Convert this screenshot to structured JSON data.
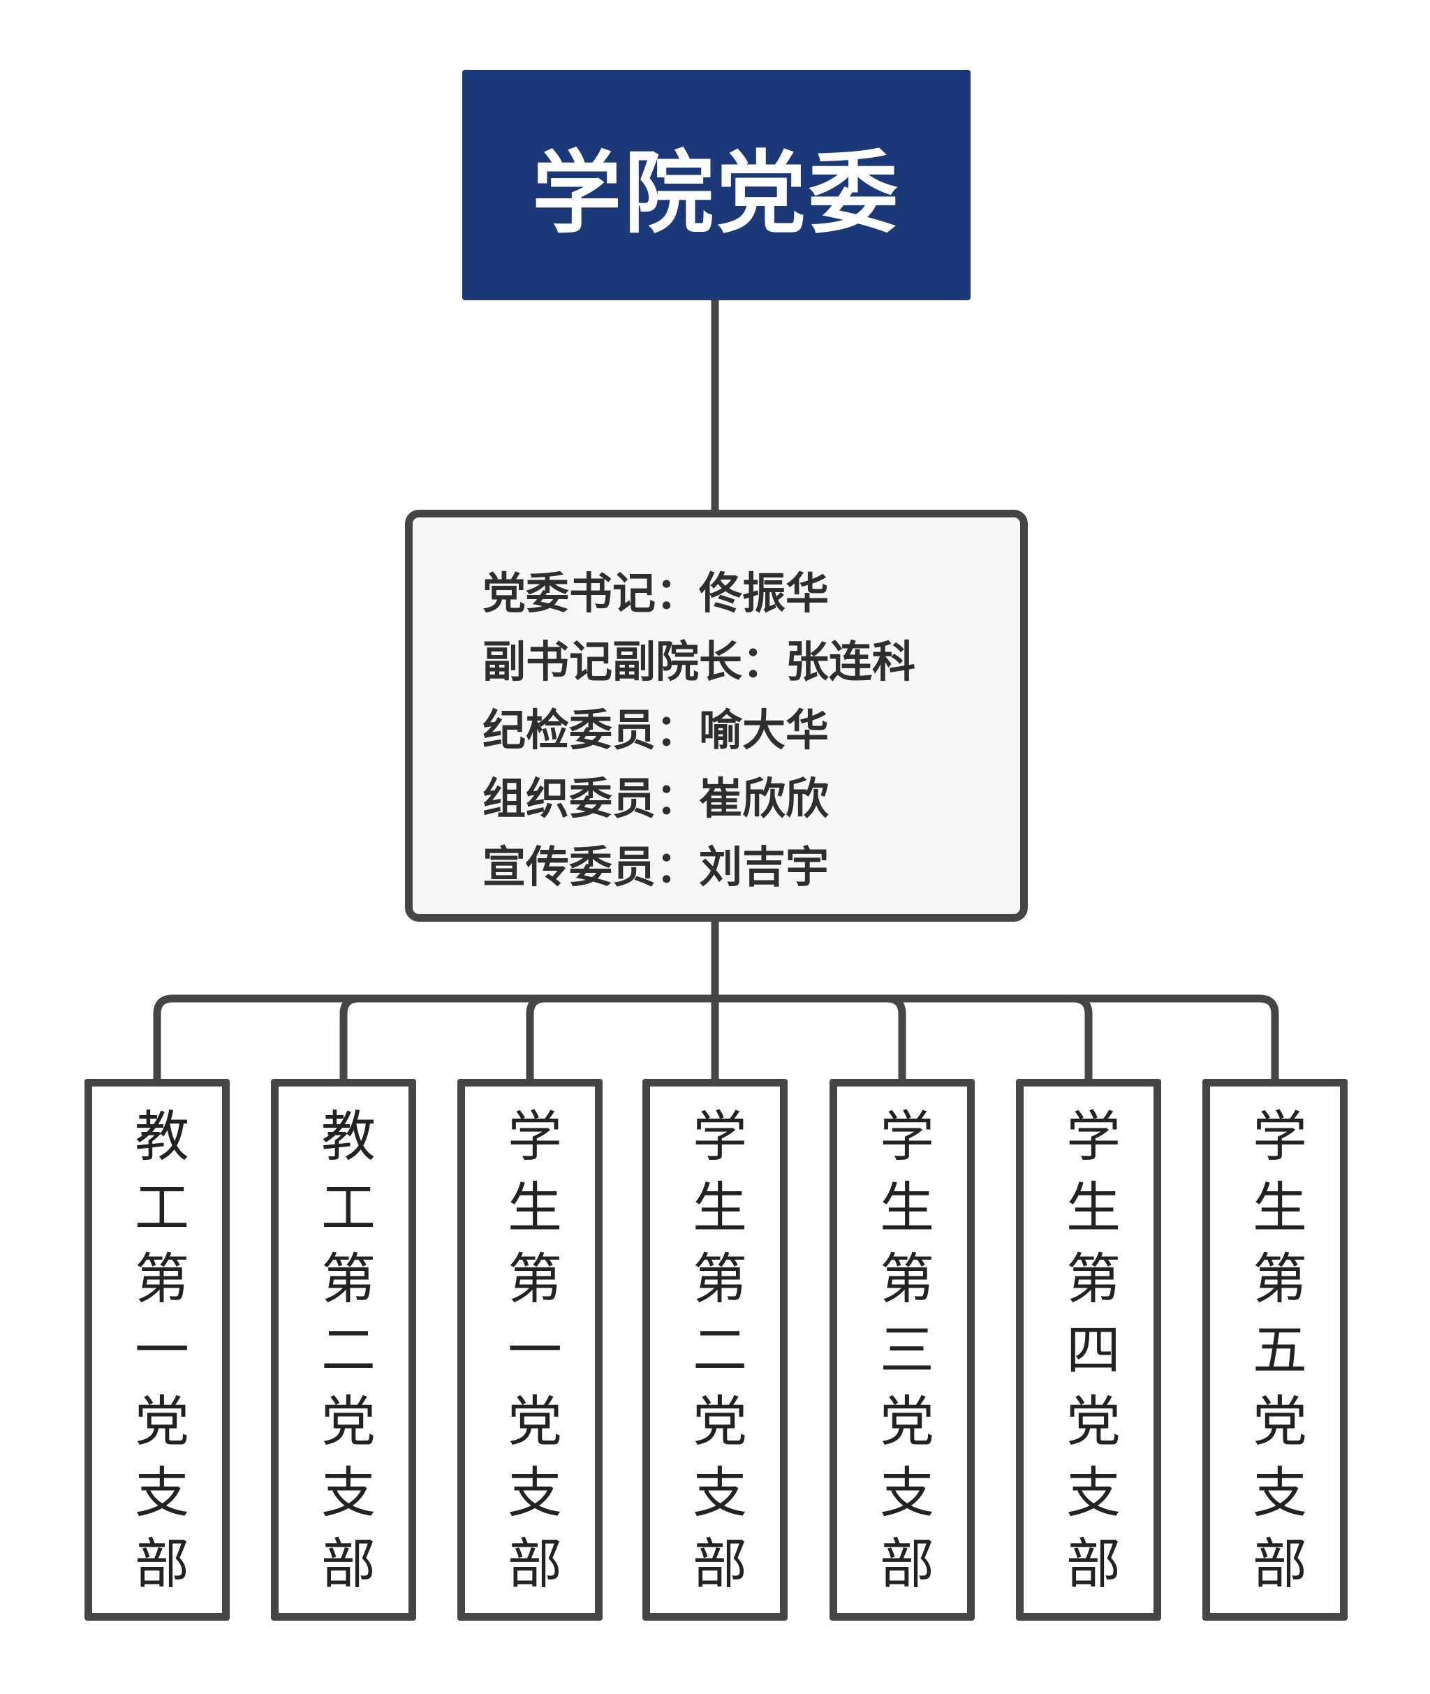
{
  "colors": {
    "root_fill": "#1b3878",
    "root_text": "#ffffff",
    "line": "#454545",
    "committee_fill": "#f7f7f7",
    "branch_fill": "#ffffff"
  },
  "root": {
    "title": "学院党委"
  },
  "committee": {
    "members": [
      "党委书记：佟振华",
      "副书记副院长：张连科",
      "纪检委员：喻大华",
      "组织委员：崔欣欣",
      "宣传委员：刘吉宇"
    ]
  },
  "branches": [
    "教工第一党支部",
    "教工第二党支部",
    "学生第一党支部",
    "学生第二党支部",
    "学生第三党支部",
    "学生第四党支部",
    "学生第五党支部"
  ]
}
